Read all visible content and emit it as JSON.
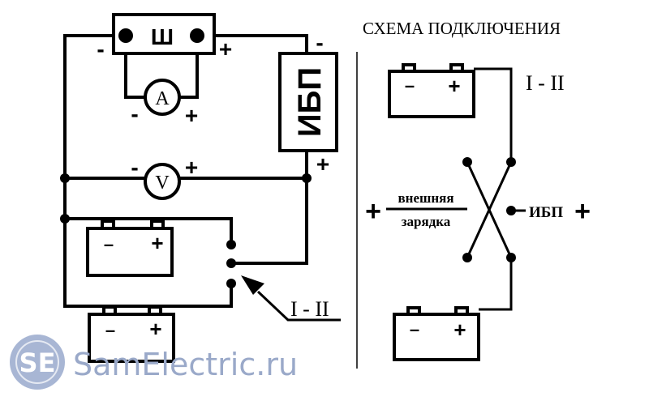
{
  "title": "СХЕМА ПОДКЛЮЧЕНИЯ",
  "left": {
    "shunt_label": "Ш",
    "ammeter_label": "A",
    "voltmeter_label": "V",
    "ups_label": "ИБП",
    "switch_label": "I - II",
    "minus": "-",
    "plus": "+",
    "battery_minus": "–",
    "battery_plus": "+"
  },
  "right": {
    "switch_label": "I - II",
    "external_line1": "внешняя",
    "external_line2": "зарядка",
    "external_sign": "+",
    "ups_label": "ИБП",
    "ups_sign": "+",
    "battery_minus": "–",
    "battery_plus": "+"
  },
  "watermark": {
    "logo_text": "SE",
    "site": "SamElectric.ru",
    "color": "#9aa9c9"
  }
}
